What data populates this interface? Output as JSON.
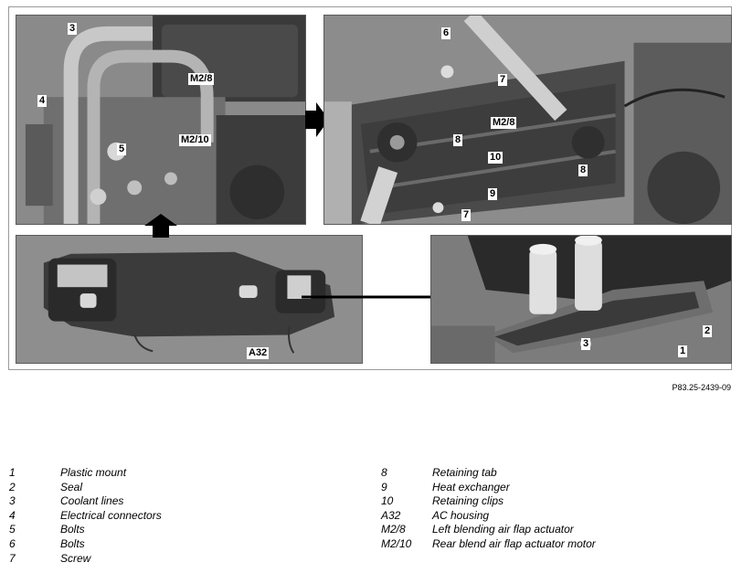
{
  "figure_code": "P83.25-2439-09",
  "callouts": {
    "tl_3": "3",
    "tl_m28": "M2/8",
    "tl_4": "4",
    "tl_m210": "M2/10",
    "tl_5": "5",
    "tr_6": "6",
    "tr_7a": "7",
    "tr_m28": "M2/8",
    "tr_8a": "8",
    "tr_10": "10",
    "tr_8b": "8",
    "tr_9": "9",
    "tr_7b": "7",
    "bl_a32": "A32",
    "br_2": "2",
    "br_3": "3",
    "br_1": "1"
  },
  "legend_left": [
    {
      "key": "1",
      "text": "Plastic mount"
    },
    {
      "key": "2",
      "text": "Seal"
    },
    {
      "key": "3",
      "text": "Coolant lines"
    },
    {
      "key": "4",
      "text": "Electrical connectors"
    },
    {
      "key": "5",
      "text": "Bolts"
    },
    {
      "key": "6",
      "text": "Bolts"
    },
    {
      "key": "7",
      "text": "Screw"
    }
  ],
  "legend_right": [
    {
      "key": "8",
      "text": "Retaining tab"
    },
    {
      "key": "9",
      "text": "Heat exchanger"
    },
    {
      "key": "10",
      "text": "Retaining clips"
    },
    {
      "key": "A32",
      "text": "AC housing"
    },
    {
      "key": "M2/8",
      "text": "Left blending air flap actuator"
    },
    {
      "key": "M2/10",
      "text": "Rear blend air flap actuator motor"
    }
  ]
}
